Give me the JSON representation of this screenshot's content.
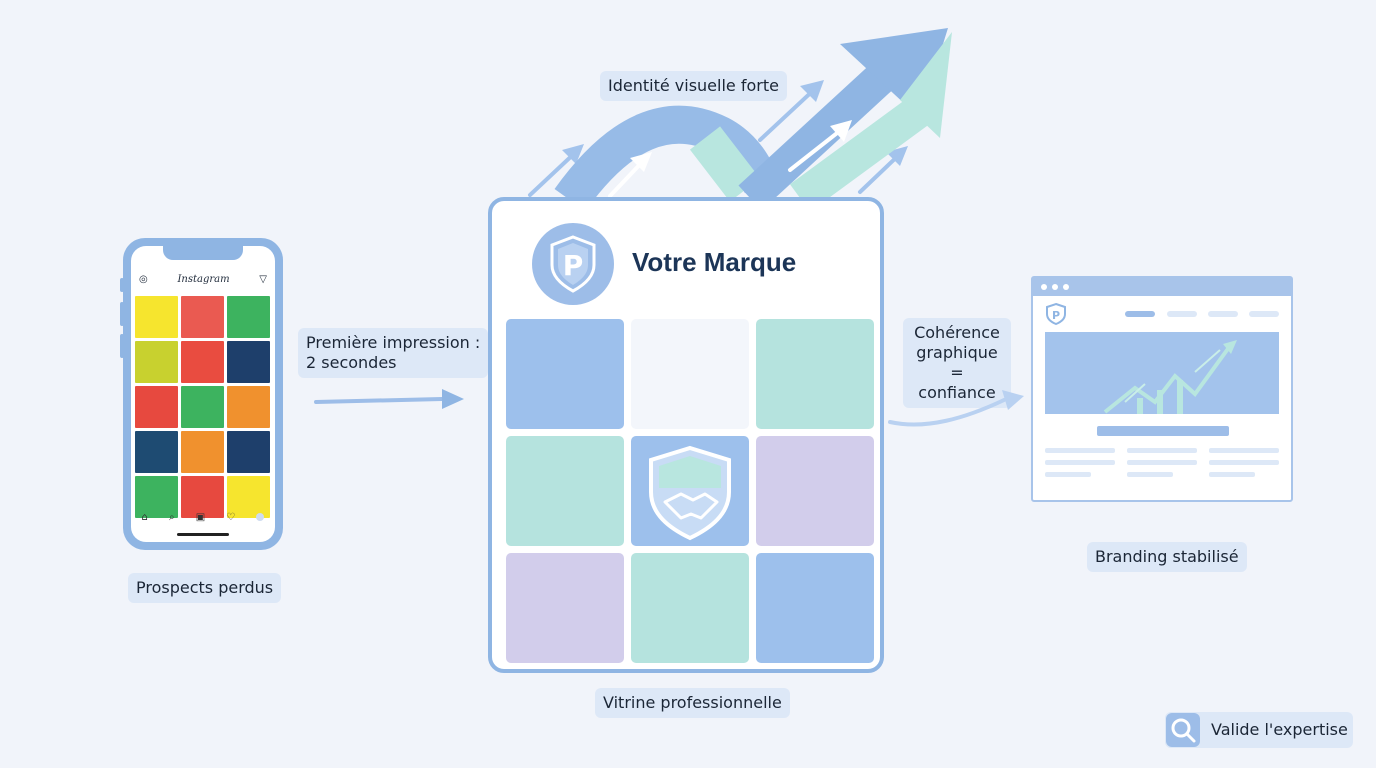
{
  "labels": {
    "lost_prospects": "Prospects perdus",
    "first_impression": "Première impression :\n2 secondes",
    "strong_identity": "Identité visuelle forte",
    "pro_showcase": "Vitrine professionnelle",
    "graphic_coherence": "Cohérence graphique = confiance",
    "branding_stable": "Branding stabilisé",
    "validates_expertise": "Valide l'expertise"
  },
  "card": {
    "brand_name": "Votre Marque"
  },
  "phone": {
    "app_name": "Instagram"
  },
  "colors": {
    "accent_blue": "#8fb5e3",
    "tile_blue": "#9dc0ec",
    "tile_mint": "#b5e3de",
    "tile_lavender": "#d2cdeb",
    "tile_white": "#f3f6fb",
    "arrow_mint": "#b8e6df"
  },
  "ig_grid_colors": [
    "#f6e52e",
    "#ea5a51",
    "#3db35f",
    "#c8d12f",
    "#e94c40",
    "#1e3f6b",
    "#e7493f",
    "#3db35f",
    "#f0912e",
    "#1e4b72",
    "#f0912e",
    "#1e3f6b",
    "#3db35f",
    "#e7493f",
    "#f6e52e"
  ],
  "card_tiles": [
    "tile_blue",
    "tile_white",
    "tile_mint",
    "tile_mint",
    "tile_shield",
    "tile_lavender",
    "tile_lavender",
    "tile_mint",
    "tile_blue"
  ]
}
